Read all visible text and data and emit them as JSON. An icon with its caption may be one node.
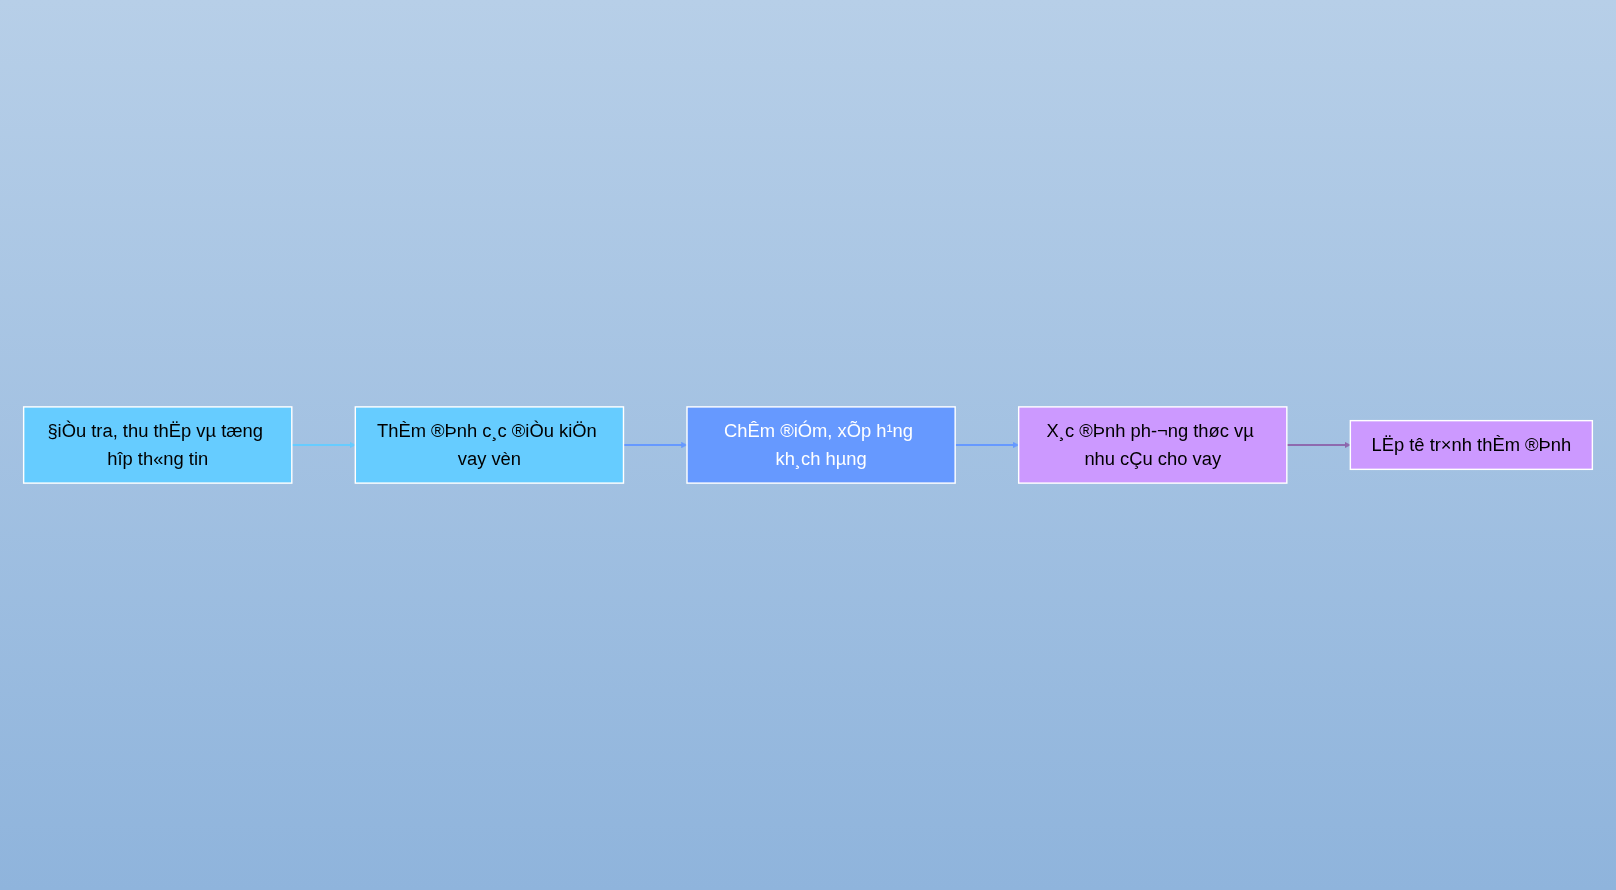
{
  "diagram": {
    "nodes": [
      {
        "text": [
          "§iÒu tra, thu thËp vµ tæng hîp th«ng tin"
        ]
      },
      {
        "text": [
          "ThÈm ®Þnh c¸c ®iÒu kiÖn vay vèn"
        ]
      },
      {
        "text": [
          "ChÊm ®iÓm, xÕp h¹ng kh¸ch hµng"
        ]
      },
      {
        "text": [
          "X¸c ®Þnh ph-¬ng thøc vµ nhu cÇu cho vay"
        ]
      },
      {
        "text": [
          "LËp tê tr×nh thÈm ®Þnh"
        ]
      }
    ],
    "edges": [
      {
        "from": 0,
        "to": 1,
        "arrow": "to",
        "color": "#66ccff"
      },
      {
        "from": 1,
        "to": 2,
        "arrow": "to",
        "color": "#6699ff"
      },
      {
        "from": 2,
        "to": 3,
        "arrow": "to",
        "color": "#6699ff"
      },
      {
        "from": 3,
        "to": 4,
        "arrow": "to",
        "color": "#8e6aaf"
      }
    ]
  }
}
